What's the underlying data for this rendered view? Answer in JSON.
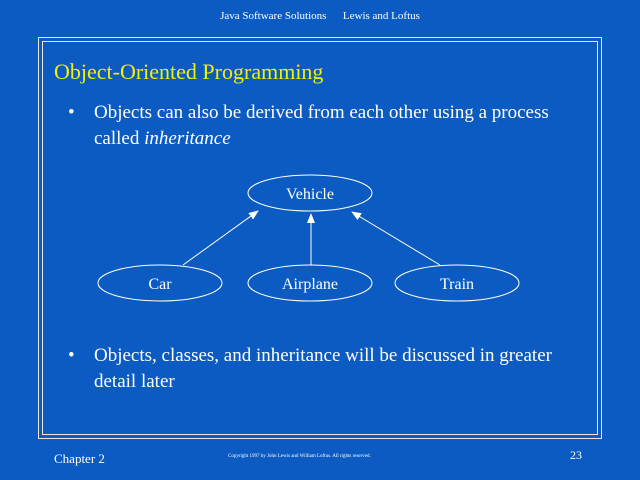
{
  "header": {
    "book": "Java Software Solutions",
    "authors": "Lewis and Loftus"
  },
  "slide": {
    "title": "Object-Oriented Programming",
    "bullet_glyph": "•",
    "bullet1": {
      "prefix": "Objects can also be derived from each other using a process called ",
      "emphasis": "inheritance"
    },
    "bullet2": "Objects, classes, and inheritance will be discussed in greater detail later"
  },
  "diagram": {
    "parent": "Vehicle",
    "children": [
      "Car",
      "Airplane",
      "Train"
    ]
  },
  "footer": {
    "chapter": "Chapter 2",
    "copyright": "Copyright 1997 by John Lewis and William Loftus.  All rights reserved.",
    "page": "23"
  },
  "colors": {
    "background": "#0b5bc2",
    "title": "#f2f200",
    "text": "#ffffff",
    "frame": "#e8e8d8"
  }
}
